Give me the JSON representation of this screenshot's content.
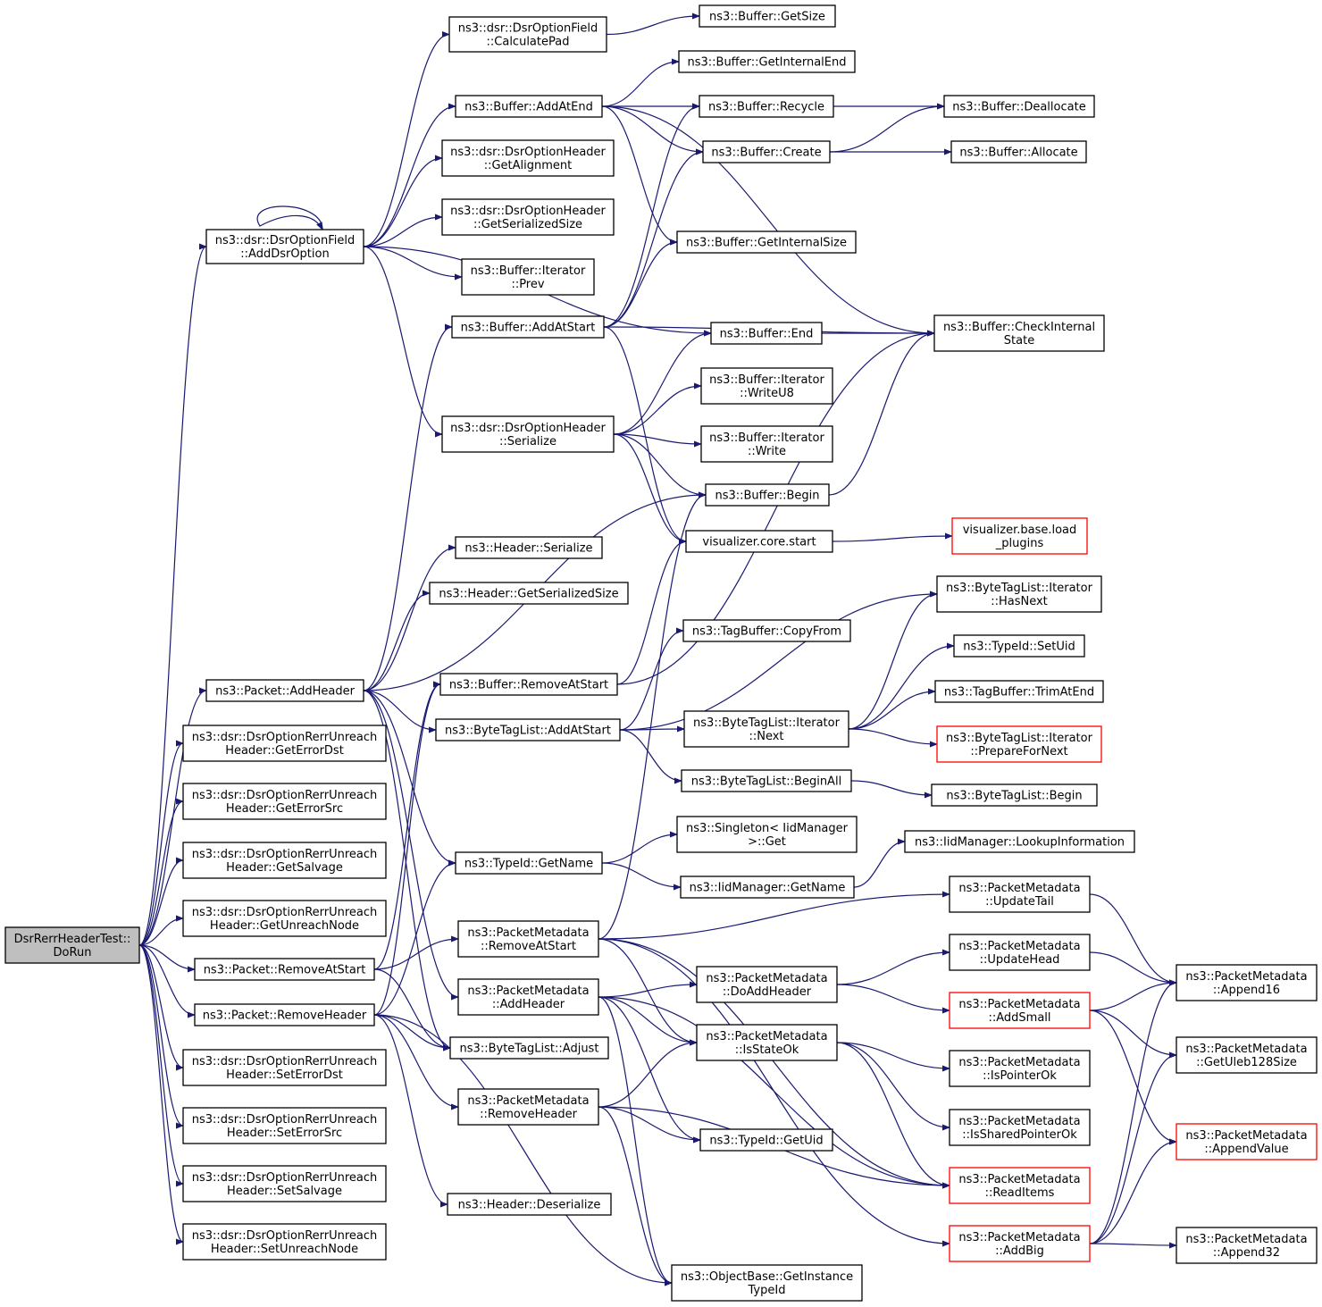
{
  "graph": {
    "type": "call-graph",
    "edge_color": "#191970",
    "root_fill": "#bfbfbf",
    "truncated_node_border": "#ff0000",
    "nodes": [
      {
        "id": "root",
        "lines": [
          "DsrRerrHeaderTest::",
          "DoRun"
        ],
        "style": "root"
      },
      {
        "id": "addDsrOption",
        "lines": [
          "ns3::dsr::DsrOptionField",
          "::AddDsrOption"
        ]
      },
      {
        "id": "calculatePad",
        "lines": [
          "ns3::dsr::DsrOptionField",
          "::CalculatePad"
        ]
      },
      {
        "id": "bufGetSize",
        "lines": [
          "ns3::Buffer::GetSize"
        ]
      },
      {
        "id": "bufGetInternalEnd",
        "lines": [
          "ns3::Buffer::GetInternalEnd"
        ]
      },
      {
        "id": "bufAddAtEnd",
        "lines": [
          "ns3::Buffer::AddAtEnd"
        ]
      },
      {
        "id": "bufRecycle",
        "lines": [
          "ns3::Buffer::Recycle"
        ]
      },
      {
        "id": "bufDeallocate",
        "lines": [
          "ns3::Buffer::Deallocate"
        ]
      },
      {
        "id": "bufCreate",
        "lines": [
          "ns3::Buffer::Create"
        ]
      },
      {
        "id": "bufAllocate",
        "lines": [
          "ns3::Buffer::Allocate"
        ]
      },
      {
        "id": "getAlignment",
        "lines": [
          "ns3::dsr::DsrOptionHeader",
          "::GetAlignment"
        ]
      },
      {
        "id": "dsrGetSerializedSize",
        "lines": [
          "ns3::dsr::DsrOptionHeader",
          "::GetSerializedSize"
        ]
      },
      {
        "id": "bufGetInternalSize",
        "lines": [
          "ns3::Buffer::GetInternalSize"
        ]
      },
      {
        "id": "iterPrev",
        "lines": [
          "ns3::Buffer::Iterator",
          "::Prev"
        ]
      },
      {
        "id": "bufAddAtStart",
        "lines": [
          "ns3::Buffer::AddAtStart"
        ]
      },
      {
        "id": "bufCheckInternalState",
        "lines": [
          "ns3::Buffer::CheckInternal",
          "State"
        ]
      },
      {
        "id": "bufEnd",
        "lines": [
          "ns3::Buffer::End"
        ]
      },
      {
        "id": "iterWriteU8",
        "lines": [
          "ns3::Buffer::Iterator",
          "::WriteU8"
        ]
      },
      {
        "id": "dsrSerialize",
        "lines": [
          "ns3::dsr::DsrOptionHeader",
          "::Serialize"
        ]
      },
      {
        "id": "iterWrite",
        "lines": [
          "ns3::Buffer::Iterator",
          "::Write"
        ]
      },
      {
        "id": "bufBegin",
        "lines": [
          "ns3::Buffer::Begin"
        ]
      },
      {
        "id": "vizStart",
        "lines": [
          "visualizer.core.start"
        ]
      },
      {
        "id": "vizLoadPlugins",
        "lines": [
          "visualizer.base.load",
          "_plugins"
        ],
        "style": "red"
      },
      {
        "id": "hdrSerialize",
        "lines": [
          "ns3::Header::Serialize"
        ]
      },
      {
        "id": "hdrGetSerializedSize",
        "lines": [
          "ns3::Header::GetSerializedSize"
        ]
      },
      {
        "id": "btlIterHasNext",
        "lines": [
          "ns3::ByteTagList::Iterator",
          "::HasNext"
        ]
      },
      {
        "id": "tagBufCopyFrom",
        "lines": [
          "ns3::TagBuffer::CopyFrom"
        ]
      },
      {
        "id": "typeIdSetUid",
        "lines": [
          "ns3::TypeId::SetUid"
        ]
      },
      {
        "id": "pktAddHeader",
        "lines": [
          "ns3::Packet::AddHeader"
        ]
      },
      {
        "id": "bufRemoveAtStart",
        "lines": [
          "ns3::Buffer::RemoveAtStart"
        ]
      },
      {
        "id": "tagBufTrimAtEnd",
        "lines": [
          "ns3::TagBuffer::TrimAtEnd"
        ]
      },
      {
        "id": "btlAddAtStart",
        "lines": [
          "ns3::ByteTagList::AddAtStart"
        ]
      },
      {
        "id": "btlIterNext",
        "lines": [
          "ns3::ByteTagList::Iterator",
          "::Next"
        ]
      },
      {
        "id": "btlIterPrepareForNext",
        "lines": [
          "ns3::ByteTagList::Iterator",
          "::PrepareForNext"
        ],
        "style": "red"
      },
      {
        "id": "getErrorDst",
        "lines": [
          "ns3::dsr::DsrOptionRerrUnreach",
          "Header::GetErrorDst"
        ]
      },
      {
        "id": "btlBeginAll",
        "lines": [
          "ns3::ByteTagList::BeginAll"
        ]
      },
      {
        "id": "btlBegin",
        "lines": [
          "ns3::ByteTagList::Begin"
        ]
      },
      {
        "id": "getErrorSrc",
        "lines": [
          "ns3::dsr::DsrOptionRerrUnreach",
          "Header::GetErrorSrc"
        ]
      },
      {
        "id": "singletonGet",
        "lines": [
          "ns3::Singleton< IidManager",
          " >::Get"
        ]
      },
      {
        "id": "iidLookupInformation",
        "lines": [
          "ns3::IidManager::LookupInformation"
        ]
      },
      {
        "id": "getSalvage",
        "lines": [
          "ns3::dsr::DsrOptionRerrUnreach",
          "Header::GetSalvage"
        ]
      },
      {
        "id": "typeIdGetName",
        "lines": [
          "ns3::TypeId::GetName"
        ]
      },
      {
        "id": "iidGetName",
        "lines": [
          "ns3::IidManager::GetName"
        ]
      },
      {
        "id": "pmUpdateTail",
        "lines": [
          "ns3::PacketMetadata",
          "::UpdateTail"
        ]
      },
      {
        "id": "getUnreachNode",
        "lines": [
          "ns3::dsr::DsrOptionRerrUnreach",
          "Header::GetUnreachNode"
        ]
      },
      {
        "id": "pmRemoveAtStart",
        "lines": [
          "ns3::PacketMetadata",
          "::RemoveAtStart"
        ]
      },
      {
        "id": "pmUpdateHead",
        "lines": [
          "ns3::PacketMetadata",
          "::UpdateHead"
        ]
      },
      {
        "id": "pktRemoveAtStart",
        "lines": [
          "ns3::Packet::RemoveAtStart"
        ]
      },
      {
        "id": "pmDoAddHeader",
        "lines": [
          "ns3::PacketMetadata",
          "::DoAddHeader"
        ]
      },
      {
        "id": "pmAppend16",
        "lines": [
          "ns3::PacketMetadata",
          "::Append16"
        ]
      },
      {
        "id": "pmAddHeader",
        "lines": [
          "ns3::PacketMetadata",
          "::AddHeader"
        ]
      },
      {
        "id": "pmAddSmall",
        "lines": [
          "ns3::PacketMetadata",
          "::AddSmall"
        ],
        "style": "red"
      },
      {
        "id": "pktRemoveHeader",
        "lines": [
          "ns3::Packet::RemoveHeader"
        ]
      },
      {
        "id": "pmIsStateOk",
        "lines": [
          "ns3::PacketMetadata",
          "::IsStateOk"
        ]
      },
      {
        "id": "pmGetUleb128Size",
        "lines": [
          "ns3::PacketMetadata",
          "::GetUleb128Size"
        ]
      },
      {
        "id": "btlAdjust",
        "lines": [
          "ns3::ByteTagList::Adjust"
        ]
      },
      {
        "id": "pmIsPointerOk",
        "lines": [
          "ns3::PacketMetadata",
          "::IsPointerOk"
        ]
      },
      {
        "id": "setErrorDst",
        "lines": [
          "ns3::dsr::DsrOptionRerrUnreach",
          "Header::SetErrorDst"
        ]
      },
      {
        "id": "pmRemoveHeader",
        "lines": [
          "ns3::PacketMetadata",
          "::RemoveHeader"
        ]
      },
      {
        "id": "pmIsSharedPointerOk",
        "lines": [
          "ns3::PacketMetadata",
          "::IsSharedPointerOk"
        ]
      },
      {
        "id": "setErrorSrc",
        "lines": [
          "ns3::dsr::DsrOptionRerrUnreach",
          "Header::SetErrorSrc"
        ]
      },
      {
        "id": "typeIdGetUid",
        "lines": [
          "ns3::TypeId::GetUid"
        ]
      },
      {
        "id": "pmAppendValue",
        "lines": [
          "ns3::PacketMetadata",
          "::AppendValue"
        ],
        "style": "red"
      },
      {
        "id": "setSalvage",
        "lines": [
          "ns3::dsr::DsrOptionRerrUnreach",
          "Header::SetSalvage"
        ]
      },
      {
        "id": "pmReadItems",
        "lines": [
          "ns3::PacketMetadata",
          "::ReadItems"
        ],
        "style": "red"
      },
      {
        "id": "hdrDeserialize",
        "lines": [
          "ns3::Header::Deserialize"
        ]
      },
      {
        "id": "setUnreachNode",
        "lines": [
          "ns3::dsr::DsrOptionRerrUnreach",
          "Header::SetUnreachNode"
        ]
      },
      {
        "id": "pmAddBig",
        "lines": [
          "ns3::PacketMetadata",
          "::AddBig"
        ],
        "style": "red"
      },
      {
        "id": "pmAppend32",
        "lines": [
          "ns3::PacketMetadata",
          "::Append32"
        ]
      },
      {
        "id": "objGetInstanceTypeId",
        "lines": [
          "ns3::ObjectBase::GetInstance",
          "TypeId"
        ]
      }
    ]
  }
}
